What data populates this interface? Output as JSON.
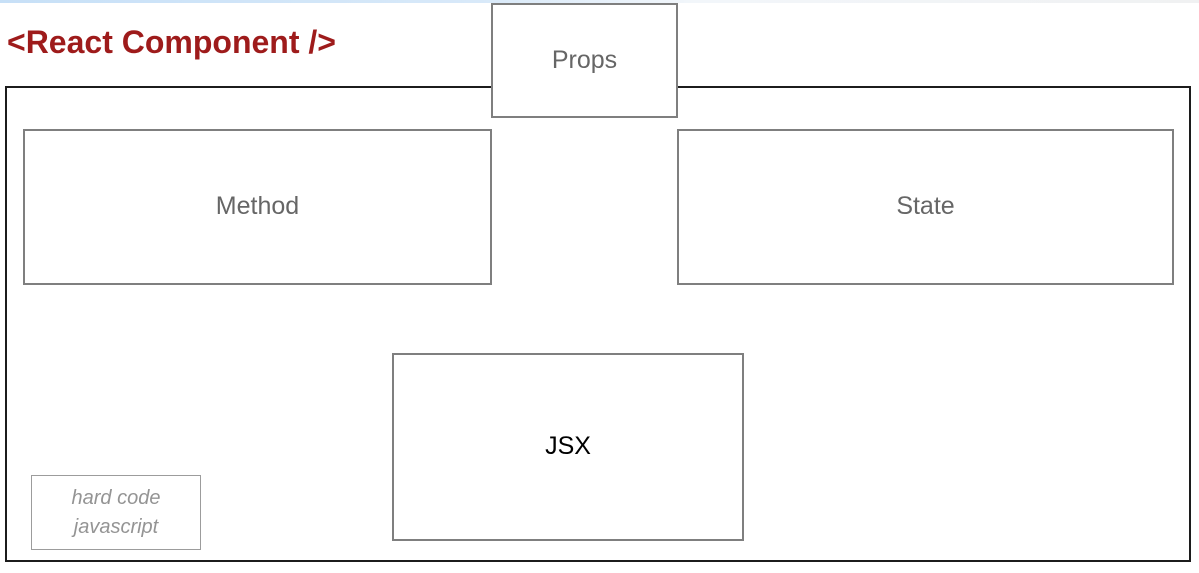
{
  "diagram": {
    "title": "<React Component />",
    "nodes": {
      "props": {
        "label": "Props"
      },
      "method": {
        "label": "Method"
      },
      "state": {
        "label": "State"
      },
      "jsx": {
        "label": "JSX"
      },
      "hardcode": {
        "line1": "hard code",
        "line2": "javascript"
      }
    },
    "colors": {
      "title_text": "#9e1b1b",
      "outer_border": "#1c1c1c",
      "node_border": "#7f7f7f",
      "node_label_text": "#666666",
      "jsx_label_text": "#000000",
      "hardcode_text": "#949494",
      "top_strip": "#c7e0f7",
      "background": "#ffffff"
    }
  }
}
